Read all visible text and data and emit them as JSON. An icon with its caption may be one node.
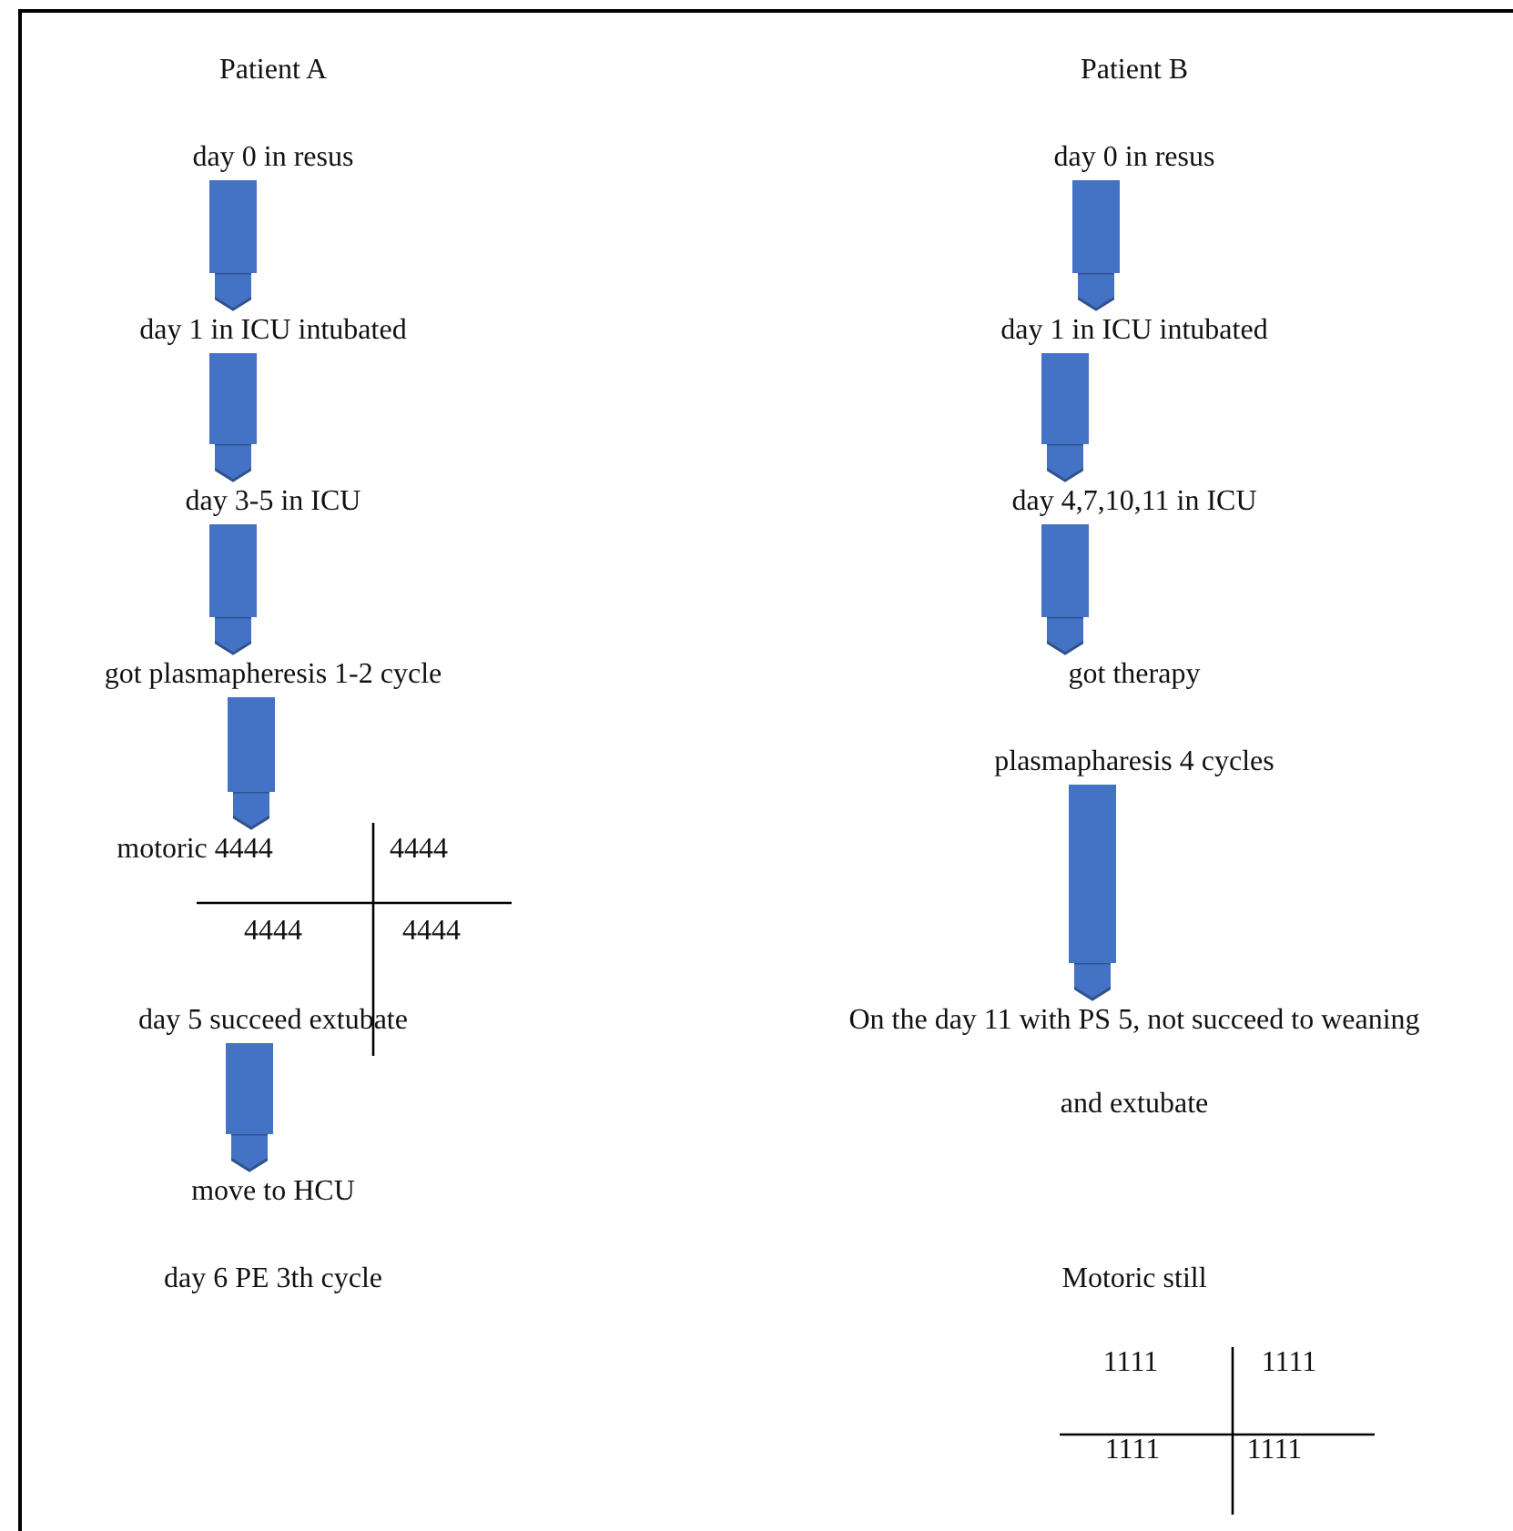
{
  "diagram": {
    "nodes": [
      {
        "text": [
          "day 0 in resus"
        ]
      },
      {
        "text": [
          "day 1 in ICU intubated"
        ]
      },
      {
        "text": [
          "day 3-5 in ICU"
        ]
      },
      {
        "text": [
          "got plasmapheresis 1-2 cycle"
        ]
      },
      {
        "text": [
          "motoric 4444"
        ]
      },
      {
        "text": [
          "day 5 succeed extubate"
        ]
      },
      {
        "text": [
          "move to HCU"
        ]
      },
      {
        "text": [
          "day 0 in resus"
        ]
      },
      {
        "text": [
          "day 1 in ICU intubated"
        ]
      },
      {
        "text": [
          "day 4,7,10,11 in ICU"
        ]
      },
      {
        "text": [
          "got therapy"
        ]
      },
      {
        "text": [
          "plasmapharesis 4 cycles"
        ]
      },
      {
        "text": [
          "On the day 11 with PS 5, not succeed to weaning",
          "and extubate"
        ]
      }
    ],
    "edges": [
      {
        "from": 0,
        "to": 1,
        "arrow": "to"
      },
      {
        "from": 1,
        "to": 2,
        "arrow": "to"
      },
      {
        "from": 2,
        "to": 3,
        "arrow": "to"
      },
      {
        "from": 3,
        "to": 4,
        "arrow": "to"
      },
      {
        "from": 5,
        "to": 6,
        "arrow": "to"
      },
      {
        "from": 7,
        "to": 8,
        "arrow": "to"
      },
      {
        "from": 8,
        "to": 9,
        "arrow": "to"
      },
      {
        "from": 9,
        "to": 10,
        "arrow": "to"
      },
      {
        "from": 11,
        "to": 12,
        "arrow": "to"
      }
    ],
    "labels": [
      "Patient A",
      "Patient B",
      "4444",
      "4444",
      "4444",
      "day 6 PE 3th cycle",
      "Motoric still",
      "1111",
      "1111",
      "1111",
      "1111"
    ]
  }
}
